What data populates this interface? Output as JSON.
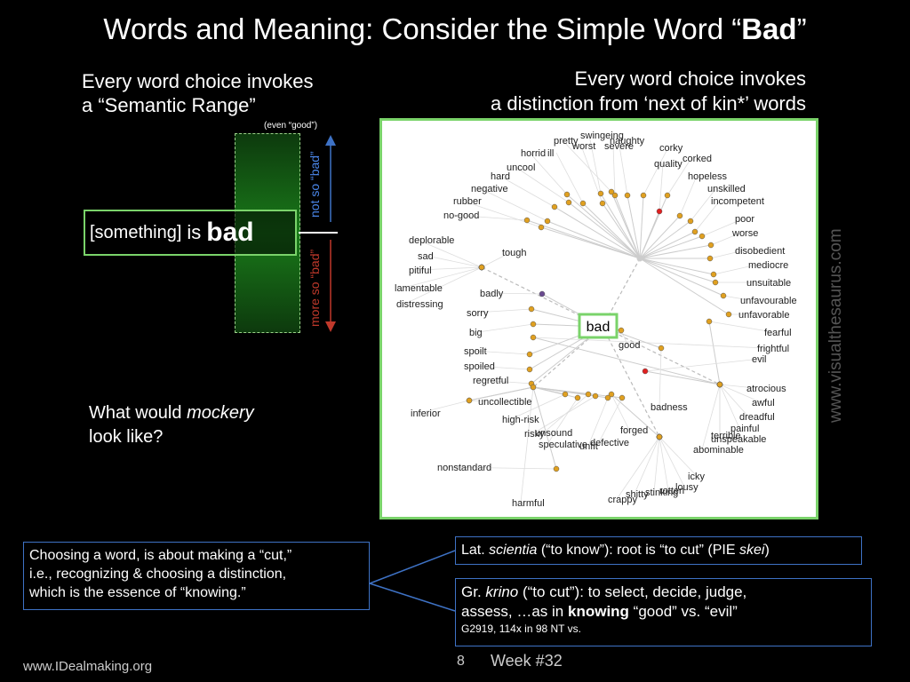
{
  "title": {
    "prefix": "Words and Meaning:  Consider the Simple Word “",
    "emph": "Bad",
    "suffix": "”"
  },
  "semantic_range": {
    "line1": "Every word choice invokes",
    "line2": "a “Semantic Range”",
    "even_good": "(even “good”)",
    "something": "[something]",
    "is": "is",
    "bad": "bad",
    "not_so_bad": "not so “bad”",
    "more_so_bad": "more so “bad”"
  },
  "next_of_kin": {
    "line1": "Every word choice invokes",
    "line2": "a distinction from ‘next of kin*’ words"
  },
  "mockery": {
    "prefix": "What would ",
    "emph": "mockery",
    "suffix": "look like?"
  },
  "watermark": "www.visualthesaurus.com",
  "colors": {
    "accent_green": "#7ad36a",
    "box_blue": "#3e72c5",
    "node_orange": "#e0a020",
    "node_red": "#e02020",
    "node_purple": "#6a4a90"
  },
  "graph": {
    "center_word": "bad",
    "words": [
      "pretty",
      "swingeing",
      "naughty",
      "horrid",
      "ill",
      "worst",
      "severe",
      "corky",
      "corked",
      "uncool",
      "quality",
      "hard",
      "hopeless",
      "negative",
      "unskilled",
      "rubber",
      "incompetent",
      "no-good",
      "poor",
      "worse",
      "deplorable",
      "tough",
      "disobedient",
      "sad",
      "mediocre",
      "pitiful",
      "unsuitable",
      "lamentable",
      "badly",
      "unfavourable",
      "distressing",
      "unfavorable",
      "sorry",
      "fearful",
      "big",
      "good",
      "frightful",
      "spoilt",
      "evil",
      "spoiled",
      "regretful",
      "atrocious",
      "uncollectible",
      "awful",
      "inferior",
      "badness",
      "dreadful",
      "high-risk",
      "painful",
      "unsound",
      "forged",
      "terrible",
      "risky",
      "unspeakable",
      "speculative",
      "defective",
      "unfit",
      "abominable",
      "nonstandard",
      "icky",
      "lousy",
      "stinking",
      "rotten",
      "crappy",
      "shitty",
      "harmful"
    ]
  },
  "cut_box": {
    "line1": "Choosing a word, is about making a “cut,”",
    "line2": "i.e., recognizing & choosing a distinction,",
    "line3": "which is the essence of “knowing.”"
  },
  "lat_box": {
    "prefix": "Lat. ",
    "emph": "scientia",
    "middle": " (“to know”): root is “to cut” (PIE ",
    "emph2": "skei",
    "suffix": ")"
  },
  "gr_box": {
    "prefix": "Gr. ",
    "emph": "krino",
    "line1_rest": " (“to cut”):  to select, decide, judge,",
    "line2_prefix": "assess, …as in ",
    "line2_bold": "knowing",
    "line2_suffix": " “good” vs. “evil”",
    "small": "G2919, 114x in 98 NT vs."
  },
  "footer": {
    "url": "www.IDealmaking.org",
    "page": "8",
    "week": "Week #32"
  }
}
